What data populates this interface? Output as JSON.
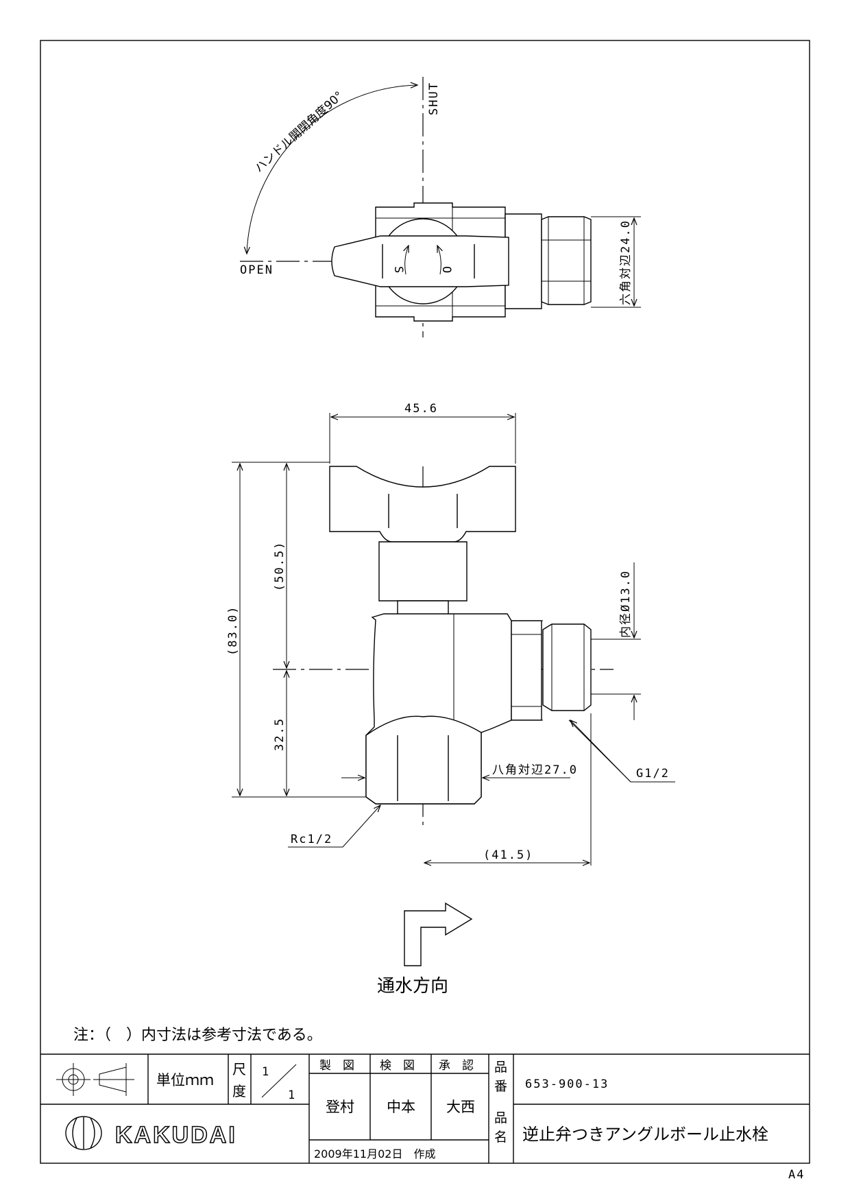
{
  "top_view": {
    "shut_label": "SHUT",
    "open_label": "OPEN",
    "handle_angle_label": "ハンドル開閉角度90°",
    "mark_s": "S",
    "mark_o": "O",
    "hex_label": "六角対辺24.0"
  },
  "front_view": {
    "dim_width": "45.6",
    "dim_upper": "(50.5)",
    "dim_total": "(83.0)",
    "dim_lower": "32.5",
    "dim_inner_dia": "内径Ø13.0",
    "dim_octagon": "八角対辺27.0",
    "thread_outlet": "G1/2",
    "thread_inlet": "Rc1/2",
    "dim_offset": "(41.5)"
  },
  "flow_label": "通水方向",
  "note": "注：（　）内寸法は参考寸法である。",
  "title_block": {
    "unit": "単位ｍｍ",
    "scale_label_1": "尺",
    "scale_label_2": "度",
    "scale_num": "1",
    "scale_den": "1",
    "drawn_label": "製　図",
    "checked_label": "検　図",
    "approved_label": "承　認",
    "drawn_by": "登村",
    "checked_by": "中本",
    "approved_by": "大西",
    "part_no_label_1": "品",
    "part_no_label_2": "番",
    "part_no": "653-900-13",
    "name_label_1": "品",
    "name_label_2": "名",
    "product_name": "逆止弁つきアングルボール止水栓",
    "date": "2009年11月02日　作成",
    "brand": "KAKUDAI",
    "sheet_size": "A4"
  }
}
